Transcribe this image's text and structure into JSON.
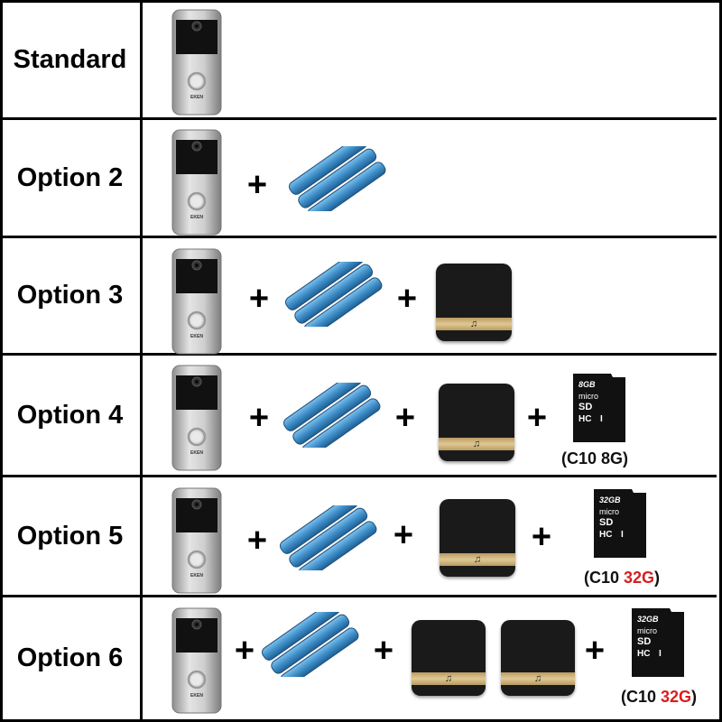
{
  "rows": [
    {
      "label": "Standard"
    },
    {
      "label": "Option 2"
    },
    {
      "label": "Option 3"
    },
    {
      "label": "Option 4",
      "card": {
        "size": "8GB",
        "caption_prefix": "(C10 ",
        "caption_size": "8G",
        "caption_suffix": ")"
      }
    },
    {
      "label": "Option 5",
      "card": {
        "size": "32GB",
        "caption_prefix": "(C10 ",
        "caption_size": "32G",
        "caption_suffix": ")"
      }
    },
    {
      "label": "Option 6",
      "card": {
        "size": "32GB",
        "caption_prefix": "(C10 ",
        "caption_size": "32G",
        "caption_suffix": ")"
      }
    }
  ],
  "symbols": {
    "plus": "+",
    "note": "♫",
    "brand": "EKEN",
    "micro": "micro",
    "sd": "SD",
    "hc": "HC",
    "uhs": "I"
  },
  "colors": {
    "battery": "#3f8fc9",
    "hub": "#1a1a1a",
    "highlight": "#d81e1e"
  }
}
